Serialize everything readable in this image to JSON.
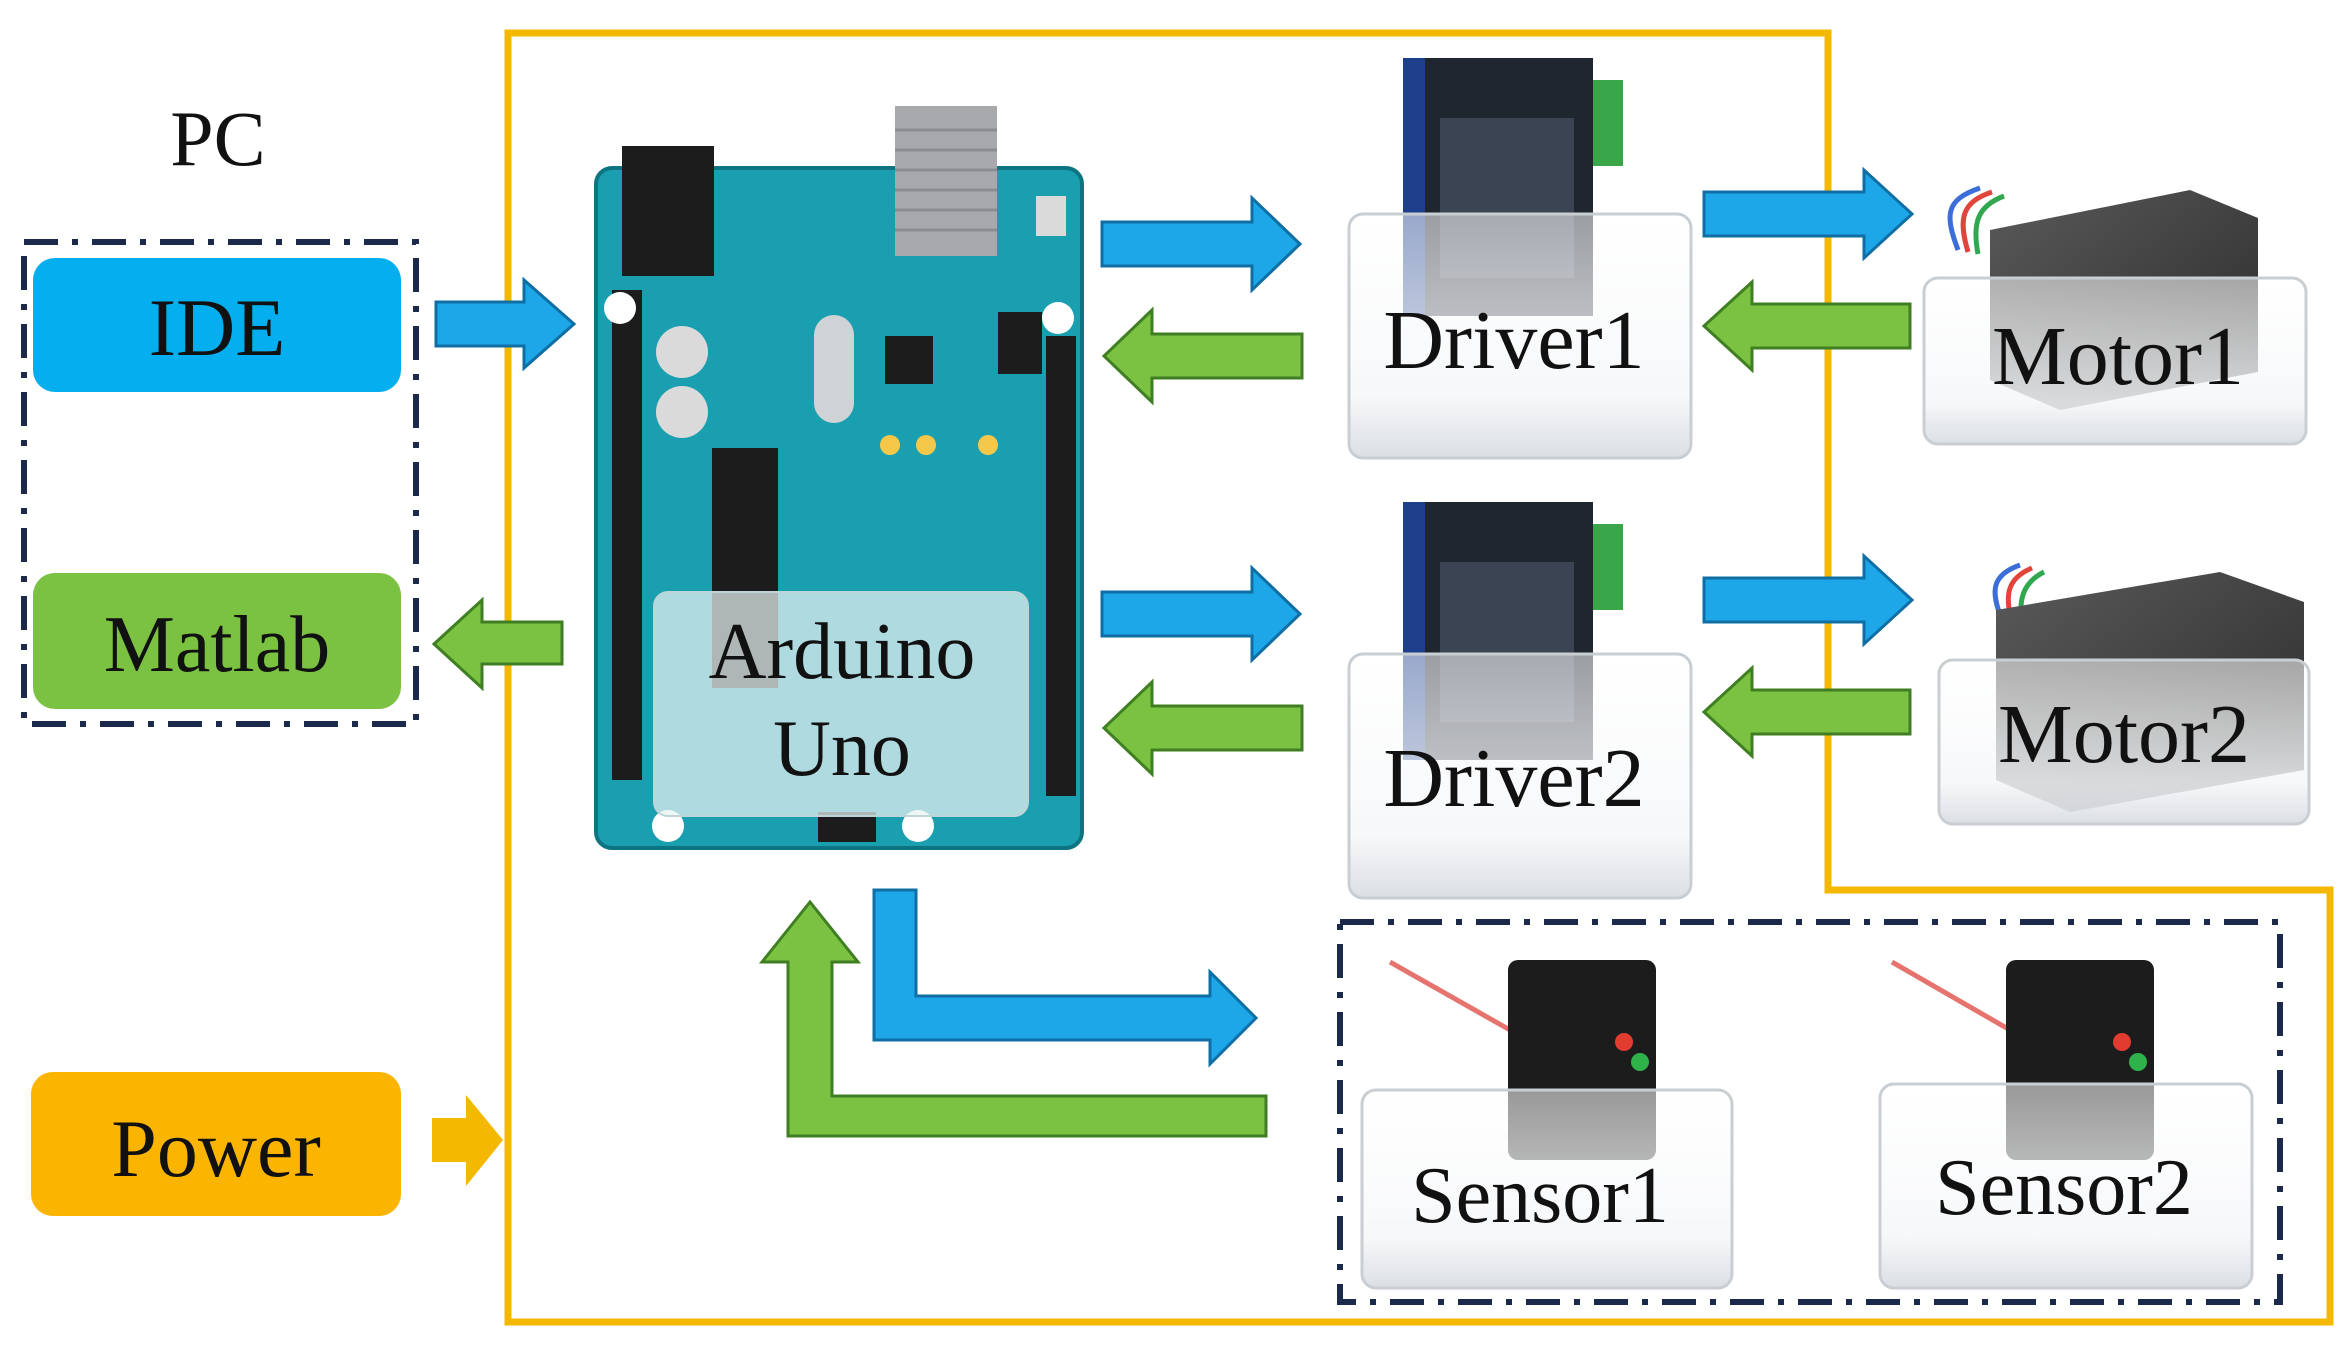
{
  "pc": {
    "title": "PC",
    "ide_label": "IDE",
    "matlab_label": "Matlab"
  },
  "power": {
    "label": "Power"
  },
  "arduino": {
    "label_line1": "Arduino",
    "label_line2": "Uno"
  },
  "drivers": [
    {
      "label": "Driver1"
    },
    {
      "label": "Driver2"
    }
  ],
  "motors": [
    {
      "label": "Motor1"
    },
    {
      "label": "Motor2"
    }
  ],
  "sensors": [
    {
      "label": "Sensor1"
    },
    {
      "label": "Sensor2"
    }
  ],
  "colors": {
    "blue_arrow": "#1ea7e8",
    "green_arrow": "#7cc242",
    "ide_box": "#05aeef",
    "matlab_box": "#7cc242",
    "power_box": "#fbb500",
    "power_border": "#f5b800",
    "dashed_border": "#1b2a4a",
    "board": "#1a9fb0"
  }
}
